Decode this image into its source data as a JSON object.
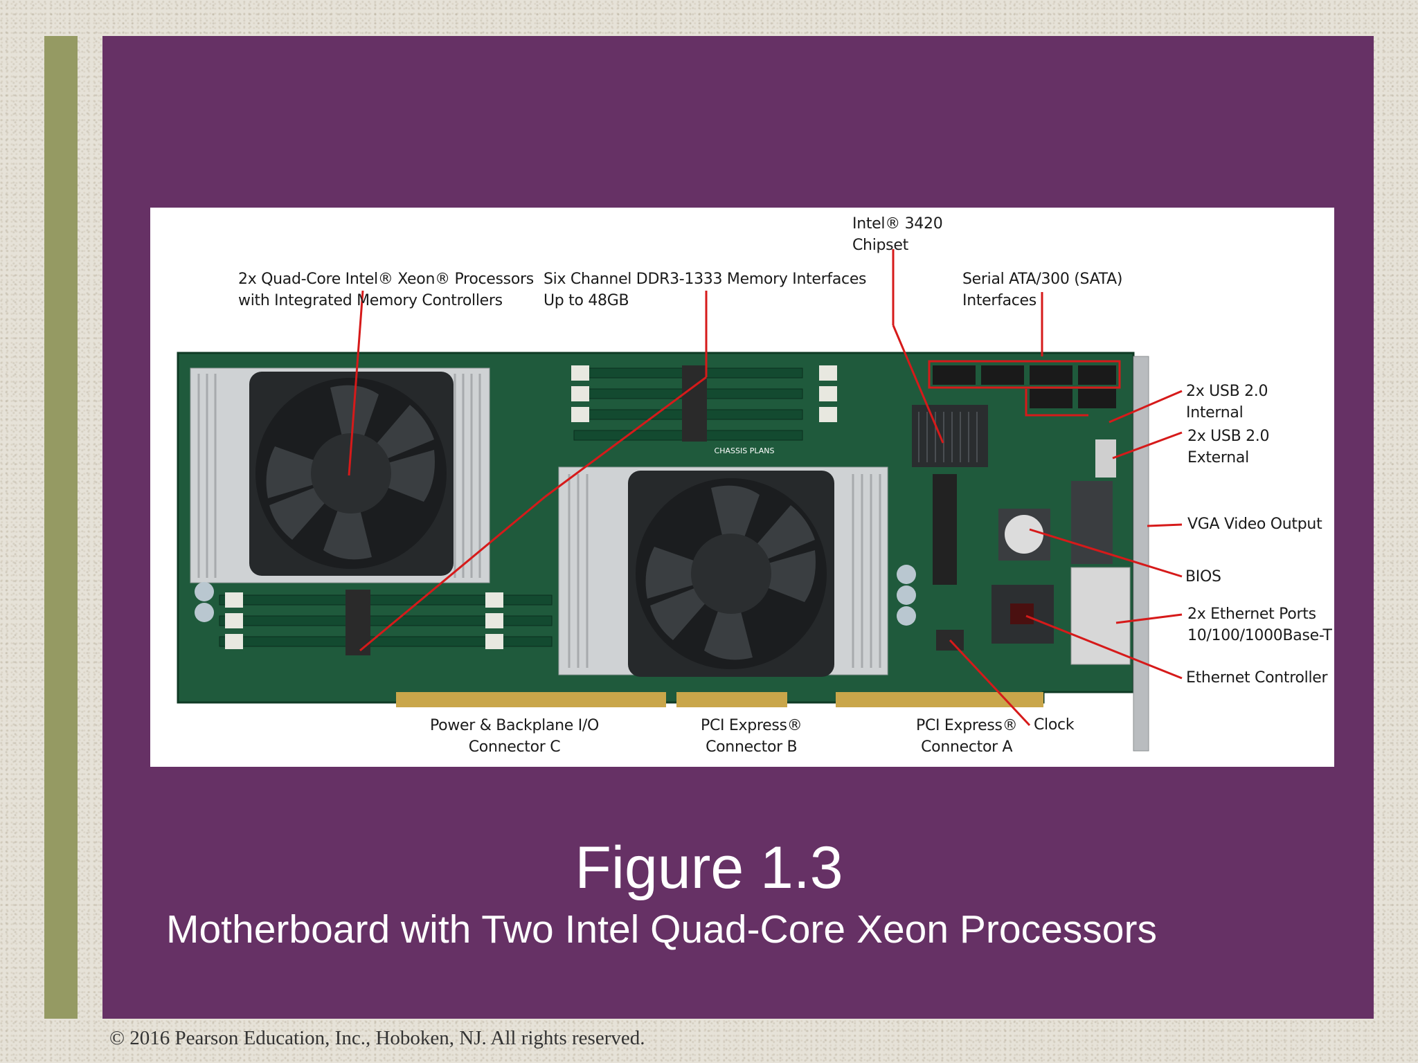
{
  "slide": {
    "figure_number": "Figure 1.3",
    "caption": "Motherboard with Two Intel Quad-Core Xeon Processors",
    "copyright": "© 2016 Pearson Education, Inc., Hoboken, NJ. All rights reserved."
  },
  "callouts": {
    "processors": "2x Quad-Core Intel® Xeon® Processors\nwith Integrated Memory Controllers",
    "memory": "Six Channel DDR3-1333 Memory Interfaces\nUp to 48GB",
    "chipset": "Intel® 3420\nChipset",
    "sata": "Serial ATA/300 (SATA)\nInterfaces",
    "usb_internal": "2x USB 2.0\nInternal",
    "usb_external": "2x USB 2.0\nExternal",
    "vga": "VGA Video Output",
    "bios": "BIOS",
    "ethernet_ports": "2x Ethernet Ports\n10/100/1000Base-T",
    "ethernet_controller": "Ethernet Controller",
    "clock": "Clock",
    "connector_c": "Power & Backplane I/O\nConnector C",
    "connector_b": "PCI Express®\nConnector B",
    "connector_a": "PCI Express®\nConnector A"
  },
  "board_text": {
    "chassis_label": "CHASSIS PLANS"
  },
  "colors": {
    "slide_background": "#663165",
    "accent_bar": "#959a63",
    "pcb": "#1f5a3c",
    "leader_line": "#d61a1a"
  }
}
